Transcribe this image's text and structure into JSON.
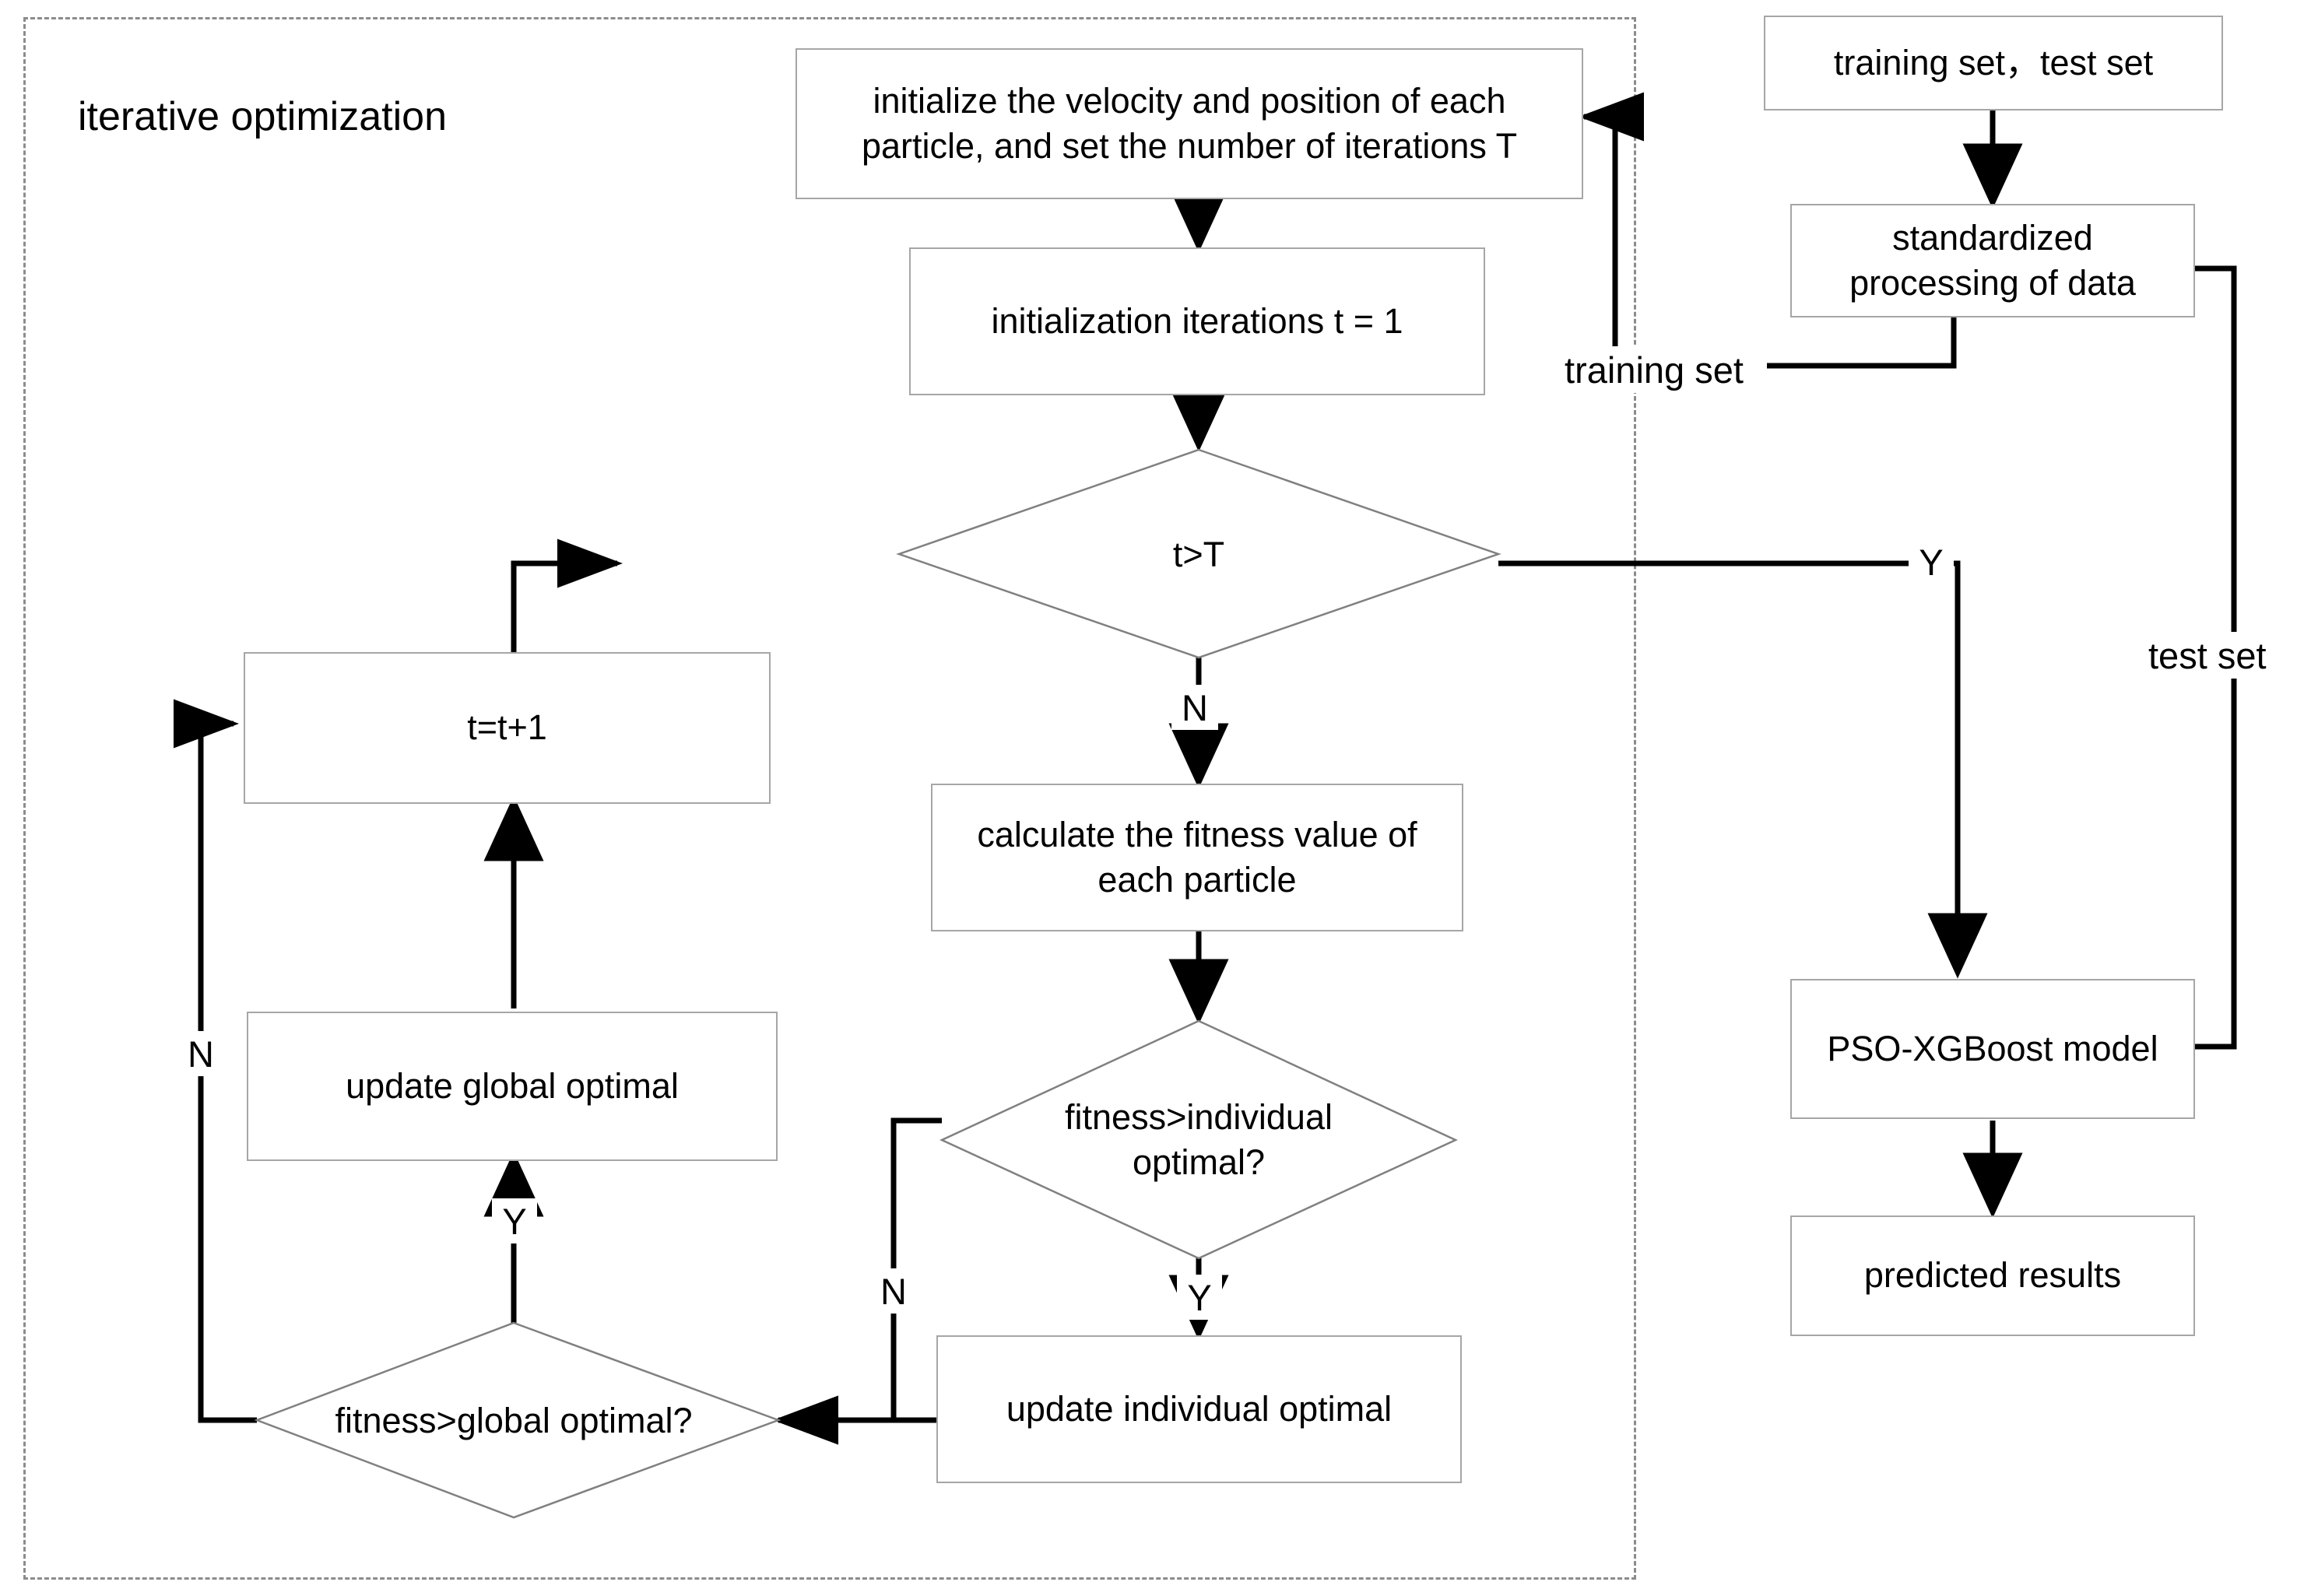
{
  "diagram": {
    "title": "PSO-XGBoost flowchart",
    "group_label": "iterative optimization",
    "colors": {
      "box_border": "#a6a6a6",
      "group_border": "#8c8c8c",
      "line": "#000000",
      "diamond_border": "#7f7f7f",
      "text": "#000000",
      "background": "#ffffff"
    }
  },
  "nodes": {
    "initialize_particles": "initialize the velocity and position of each particle, and set the number of iterations T",
    "initialization_iterations": "initialization iterations t = 1",
    "t_gt_T": "t>T",
    "t_increment": "t=t+1",
    "calculate_fitness": "calculate the fitness value of each particle",
    "update_global_optimal": "update global optimal",
    "fitness_gt_individual": "fitness>individual optimal?",
    "fitness_gt_global": "fitness>global optimal?",
    "update_individual_optimal": "update individual optimal",
    "training_test_set": "training set，test set",
    "standardized_processing": "standardized processing of data",
    "pso_xgboost_model": "PSO-XGBoost model",
    "predicted_results": "predicted results"
  },
  "edge_labels": {
    "training_set": "training set",
    "test_set": "test set",
    "t_gt_T_yes": "Y",
    "t_gt_T_no": "N",
    "fitness_individual_no": "N",
    "fitness_individual_yes": "Y",
    "fitness_global_yes": "Y",
    "fitness_global_no": "N"
  }
}
